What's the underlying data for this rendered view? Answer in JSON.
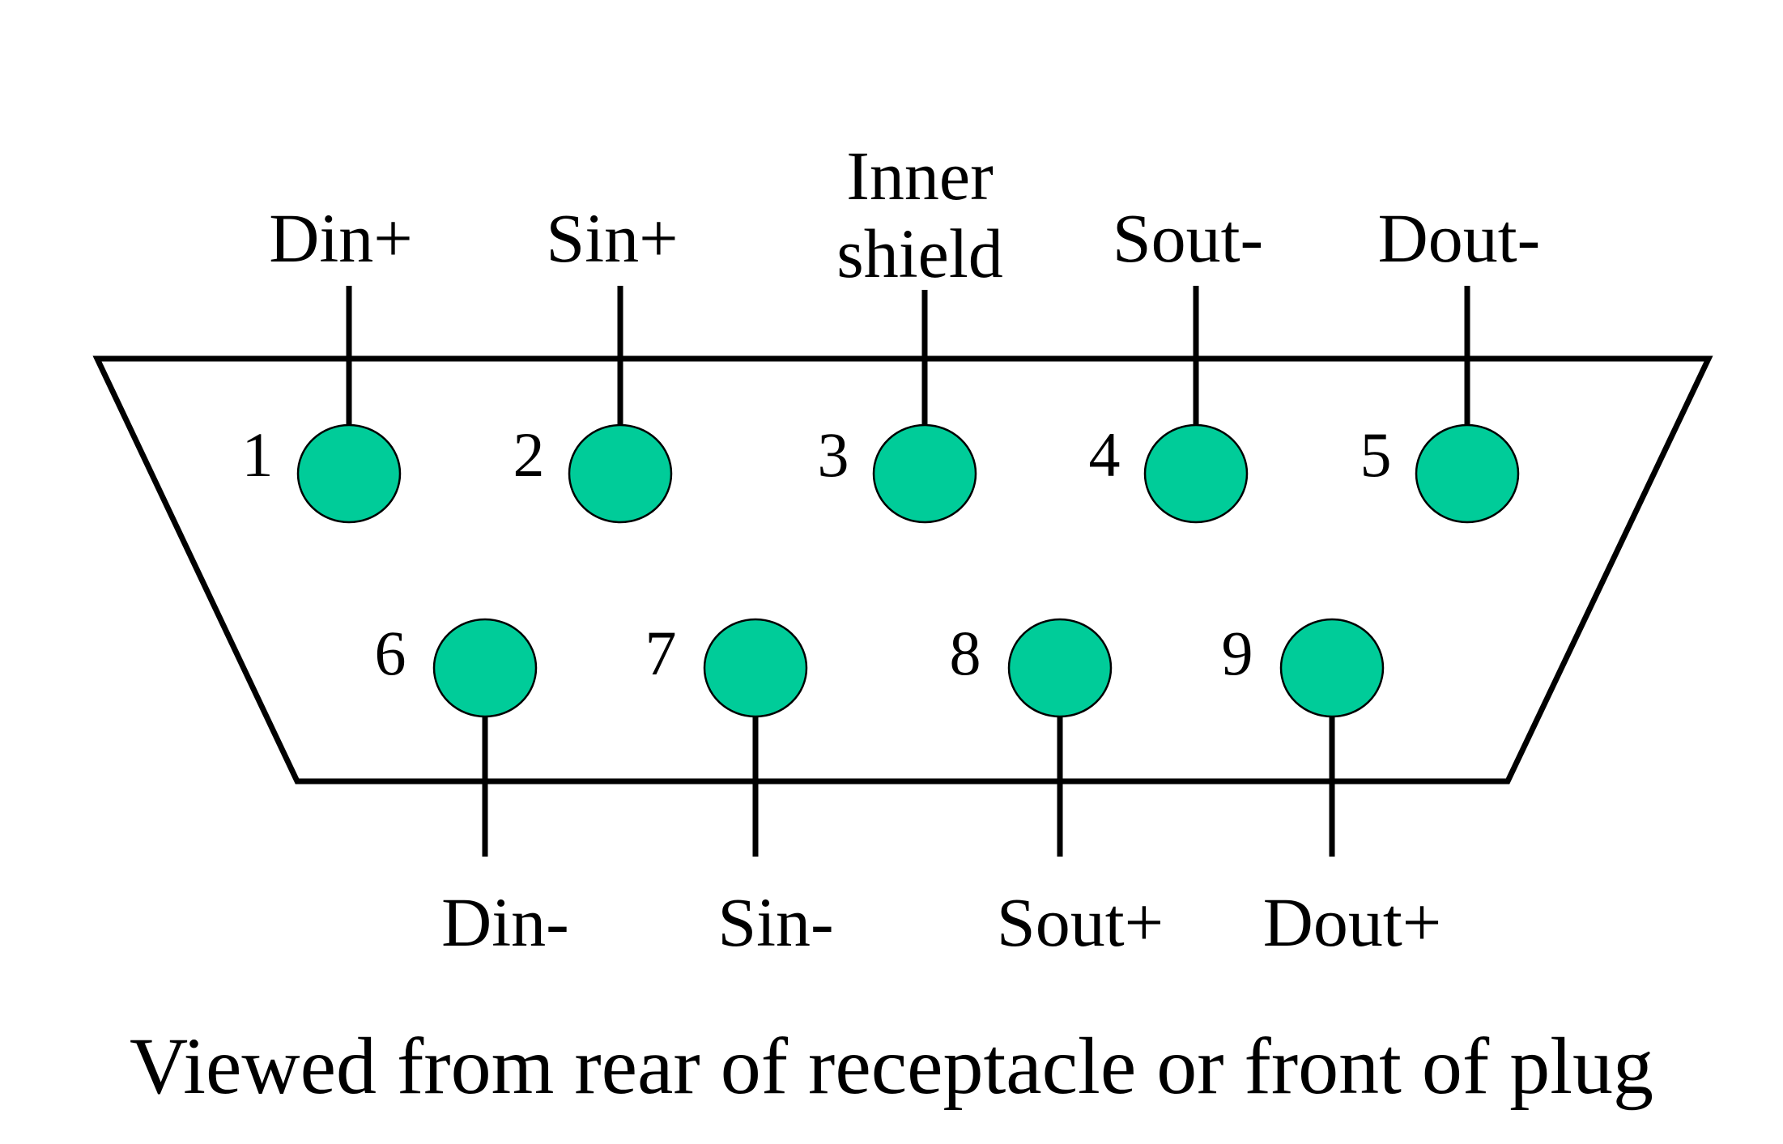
{
  "diagram": {
    "caption": "Viewed from rear of receptacle or front of plug",
    "pin_fill_color": "#00CC99",
    "outline_color": "#000000",
    "top_row": [
      {
        "number": "1",
        "label": [
          "Din+"
        ]
      },
      {
        "number": "2",
        "label": [
          "Sin+"
        ]
      },
      {
        "number": "3",
        "label": [
          "Inner",
          "shield"
        ]
      },
      {
        "number": "4",
        "label": [
          "Sout-"
        ]
      },
      {
        "number": "5",
        "label": [
          "Dout-"
        ]
      }
    ],
    "bottom_row": [
      {
        "number": "6",
        "label": [
          "Din-"
        ]
      },
      {
        "number": "7",
        "label": [
          "Sin-"
        ]
      },
      {
        "number": "8",
        "label": [
          "Sout+"
        ]
      },
      {
        "number": "9",
        "label": [
          "Dout+"
        ]
      }
    ]
  }
}
